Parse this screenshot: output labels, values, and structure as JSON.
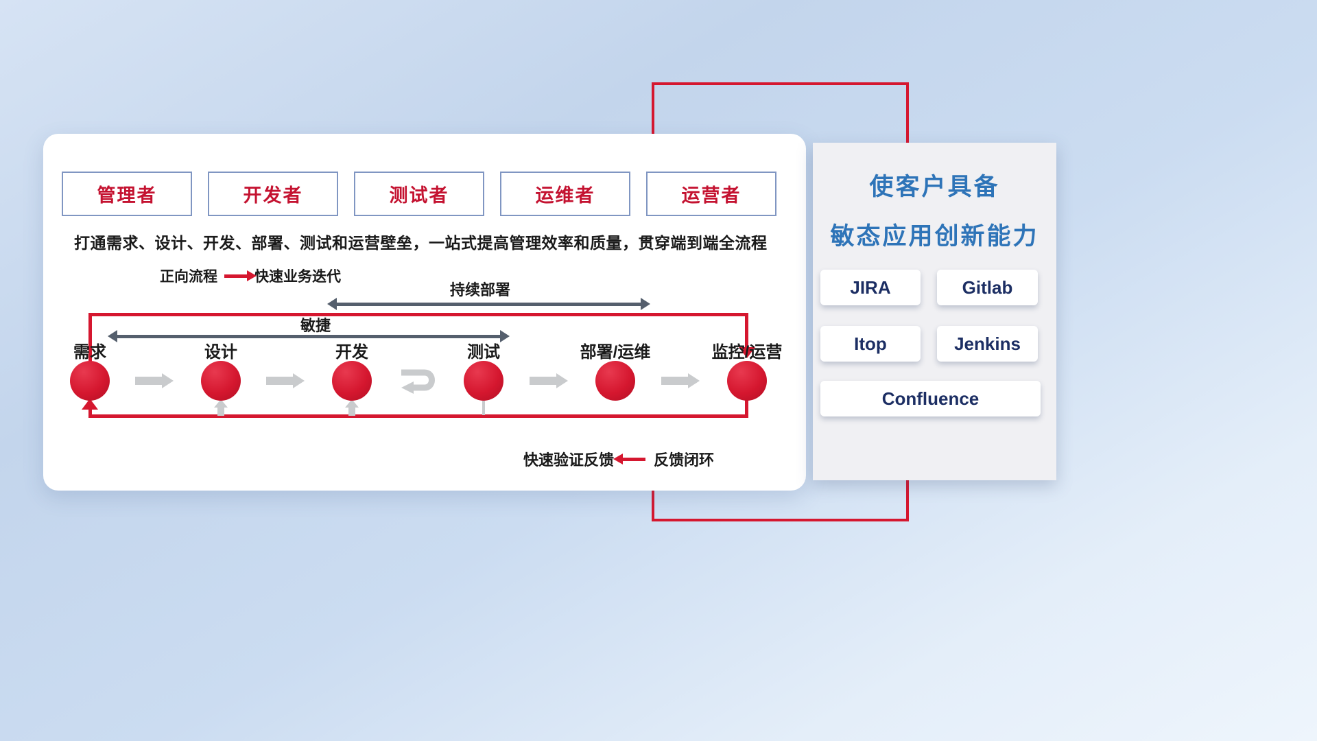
{
  "colors": {
    "accent-red": "#d5172f",
    "title-blue": "#2e74b8",
    "tool-navy": "#1c2e63",
    "role-red": "#c41230",
    "role-border": "#8096c2",
    "span-gray": "#555f6d",
    "flow-gray": "#c9cbcd",
    "text-dark": "#1a1a1a"
  },
  "roles": [
    "管理者",
    "开发者",
    "测试者",
    "运维者",
    "运营者"
  ],
  "subtitle": "打通需求、设计、开发、部署、测试和运营壁垒，一站式提高管理效率和质量，贯穿端到端全流程",
  "legend_forward": {
    "label": "正向流程",
    "desc": "快速业务迭代"
  },
  "spans": {
    "deploy": "持续部署",
    "agile": "敏捷"
  },
  "stages": [
    "需求",
    "设计",
    "开发",
    "测试",
    "部署/运维",
    "监控/运营"
  ],
  "legend_feedback": {
    "label": "快速验证反馈",
    "desc": "反馈闭环"
  },
  "side_panel": {
    "title_line1": "使客户具备",
    "title_line2": "敏态应用创新能力",
    "tools": [
      "JIRA",
      "Gitlab",
      "Itop",
      "Jenkins",
      "Confluence"
    ]
  }
}
